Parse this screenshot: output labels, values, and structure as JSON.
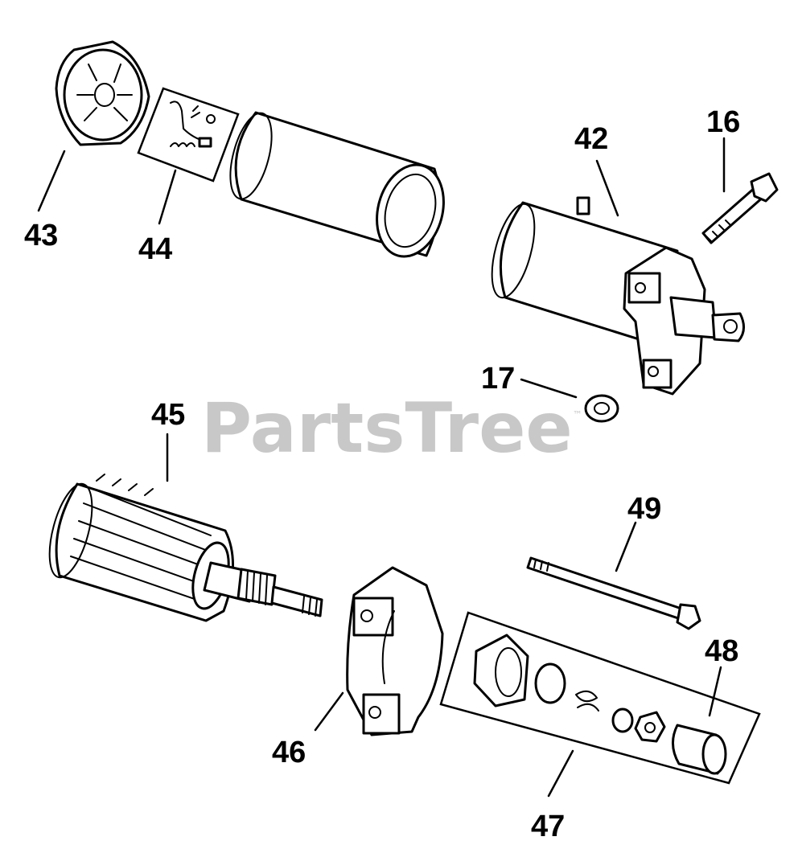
{
  "watermark": {
    "text": "PartsTree",
    "trademark": "™"
  },
  "callouts": {
    "c16": "16",
    "c17": "17",
    "c42": "42",
    "c43": "43",
    "c44": "44",
    "c45": "45",
    "c46": "46",
    "c47": "47",
    "c48": "48",
    "c49": "49"
  }
}
